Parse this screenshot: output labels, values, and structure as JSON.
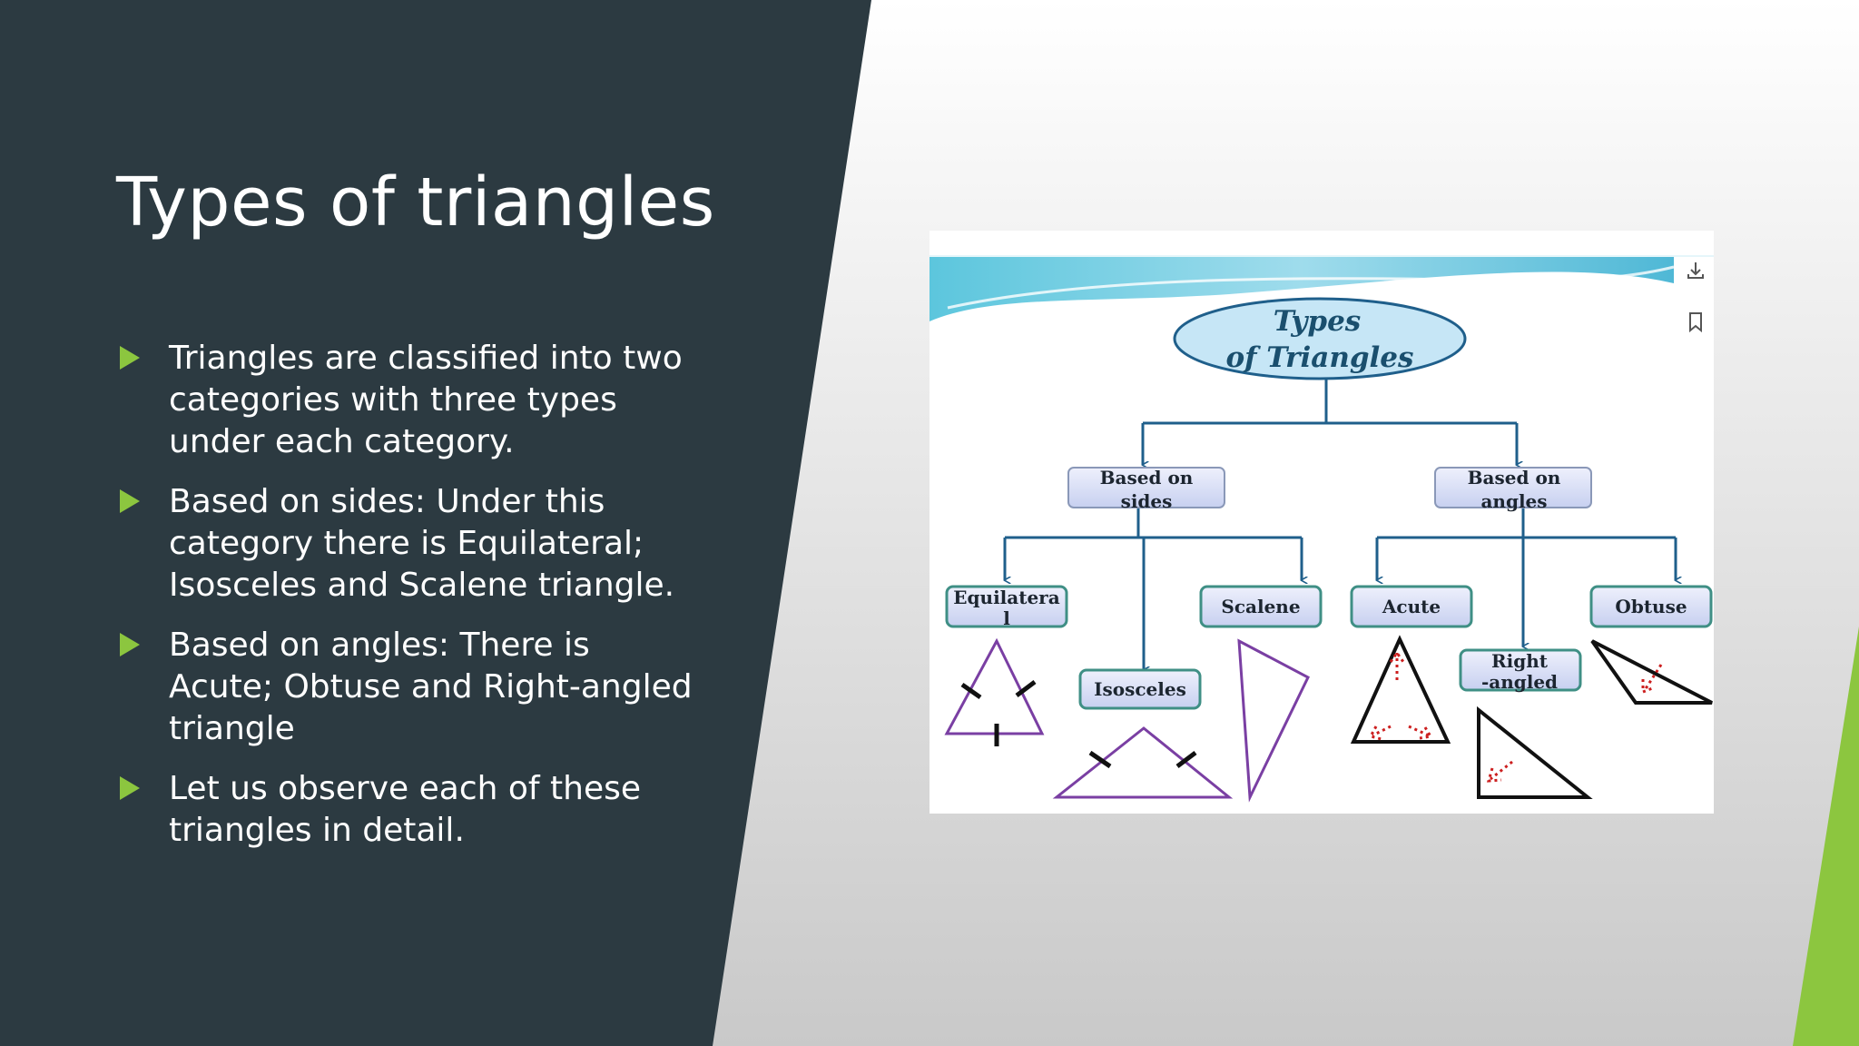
{
  "slide": {
    "title": "Types of triangles",
    "bullets": [
      "Triangles are classified into two categories with three types under each category.",
      "Based on sides: Under this category there is Equilateral; Isosceles and Scalene triangle.",
      "Based on angles: There is Acute; Obtuse and Right-angled triangle",
      "Let us observe each of these triangles in detail."
    ]
  },
  "diagram": {
    "title_line1": "Types",
    "title_line2": "of Triangles",
    "sides_l1": "Based on",
    "sides_l2": "sides",
    "angles_l1": "Based on",
    "angles_l2": "angles",
    "equilateral_l1": "Equilatera",
    "equilateral_l2": "l",
    "isosceles": "Isosceles",
    "scalene": "Scalene",
    "acute": "Acute",
    "right_l1": "Right",
    "right_l2": "-angled",
    "obtuse": "Obtuse"
  },
  "icons": {
    "download": "download-icon",
    "bookmark": "bookmark-icon"
  },
  "colors": {
    "panel": "#2e3c43",
    "accent": "#8cc63f",
    "tree_line": "#1f5f8b",
    "box_fill": "#d6dcf5",
    "ellipse_fill": "#c6e6f6",
    "triangle_purple": "#7a3fa3",
    "angle_red": "#cc1f1f"
  }
}
